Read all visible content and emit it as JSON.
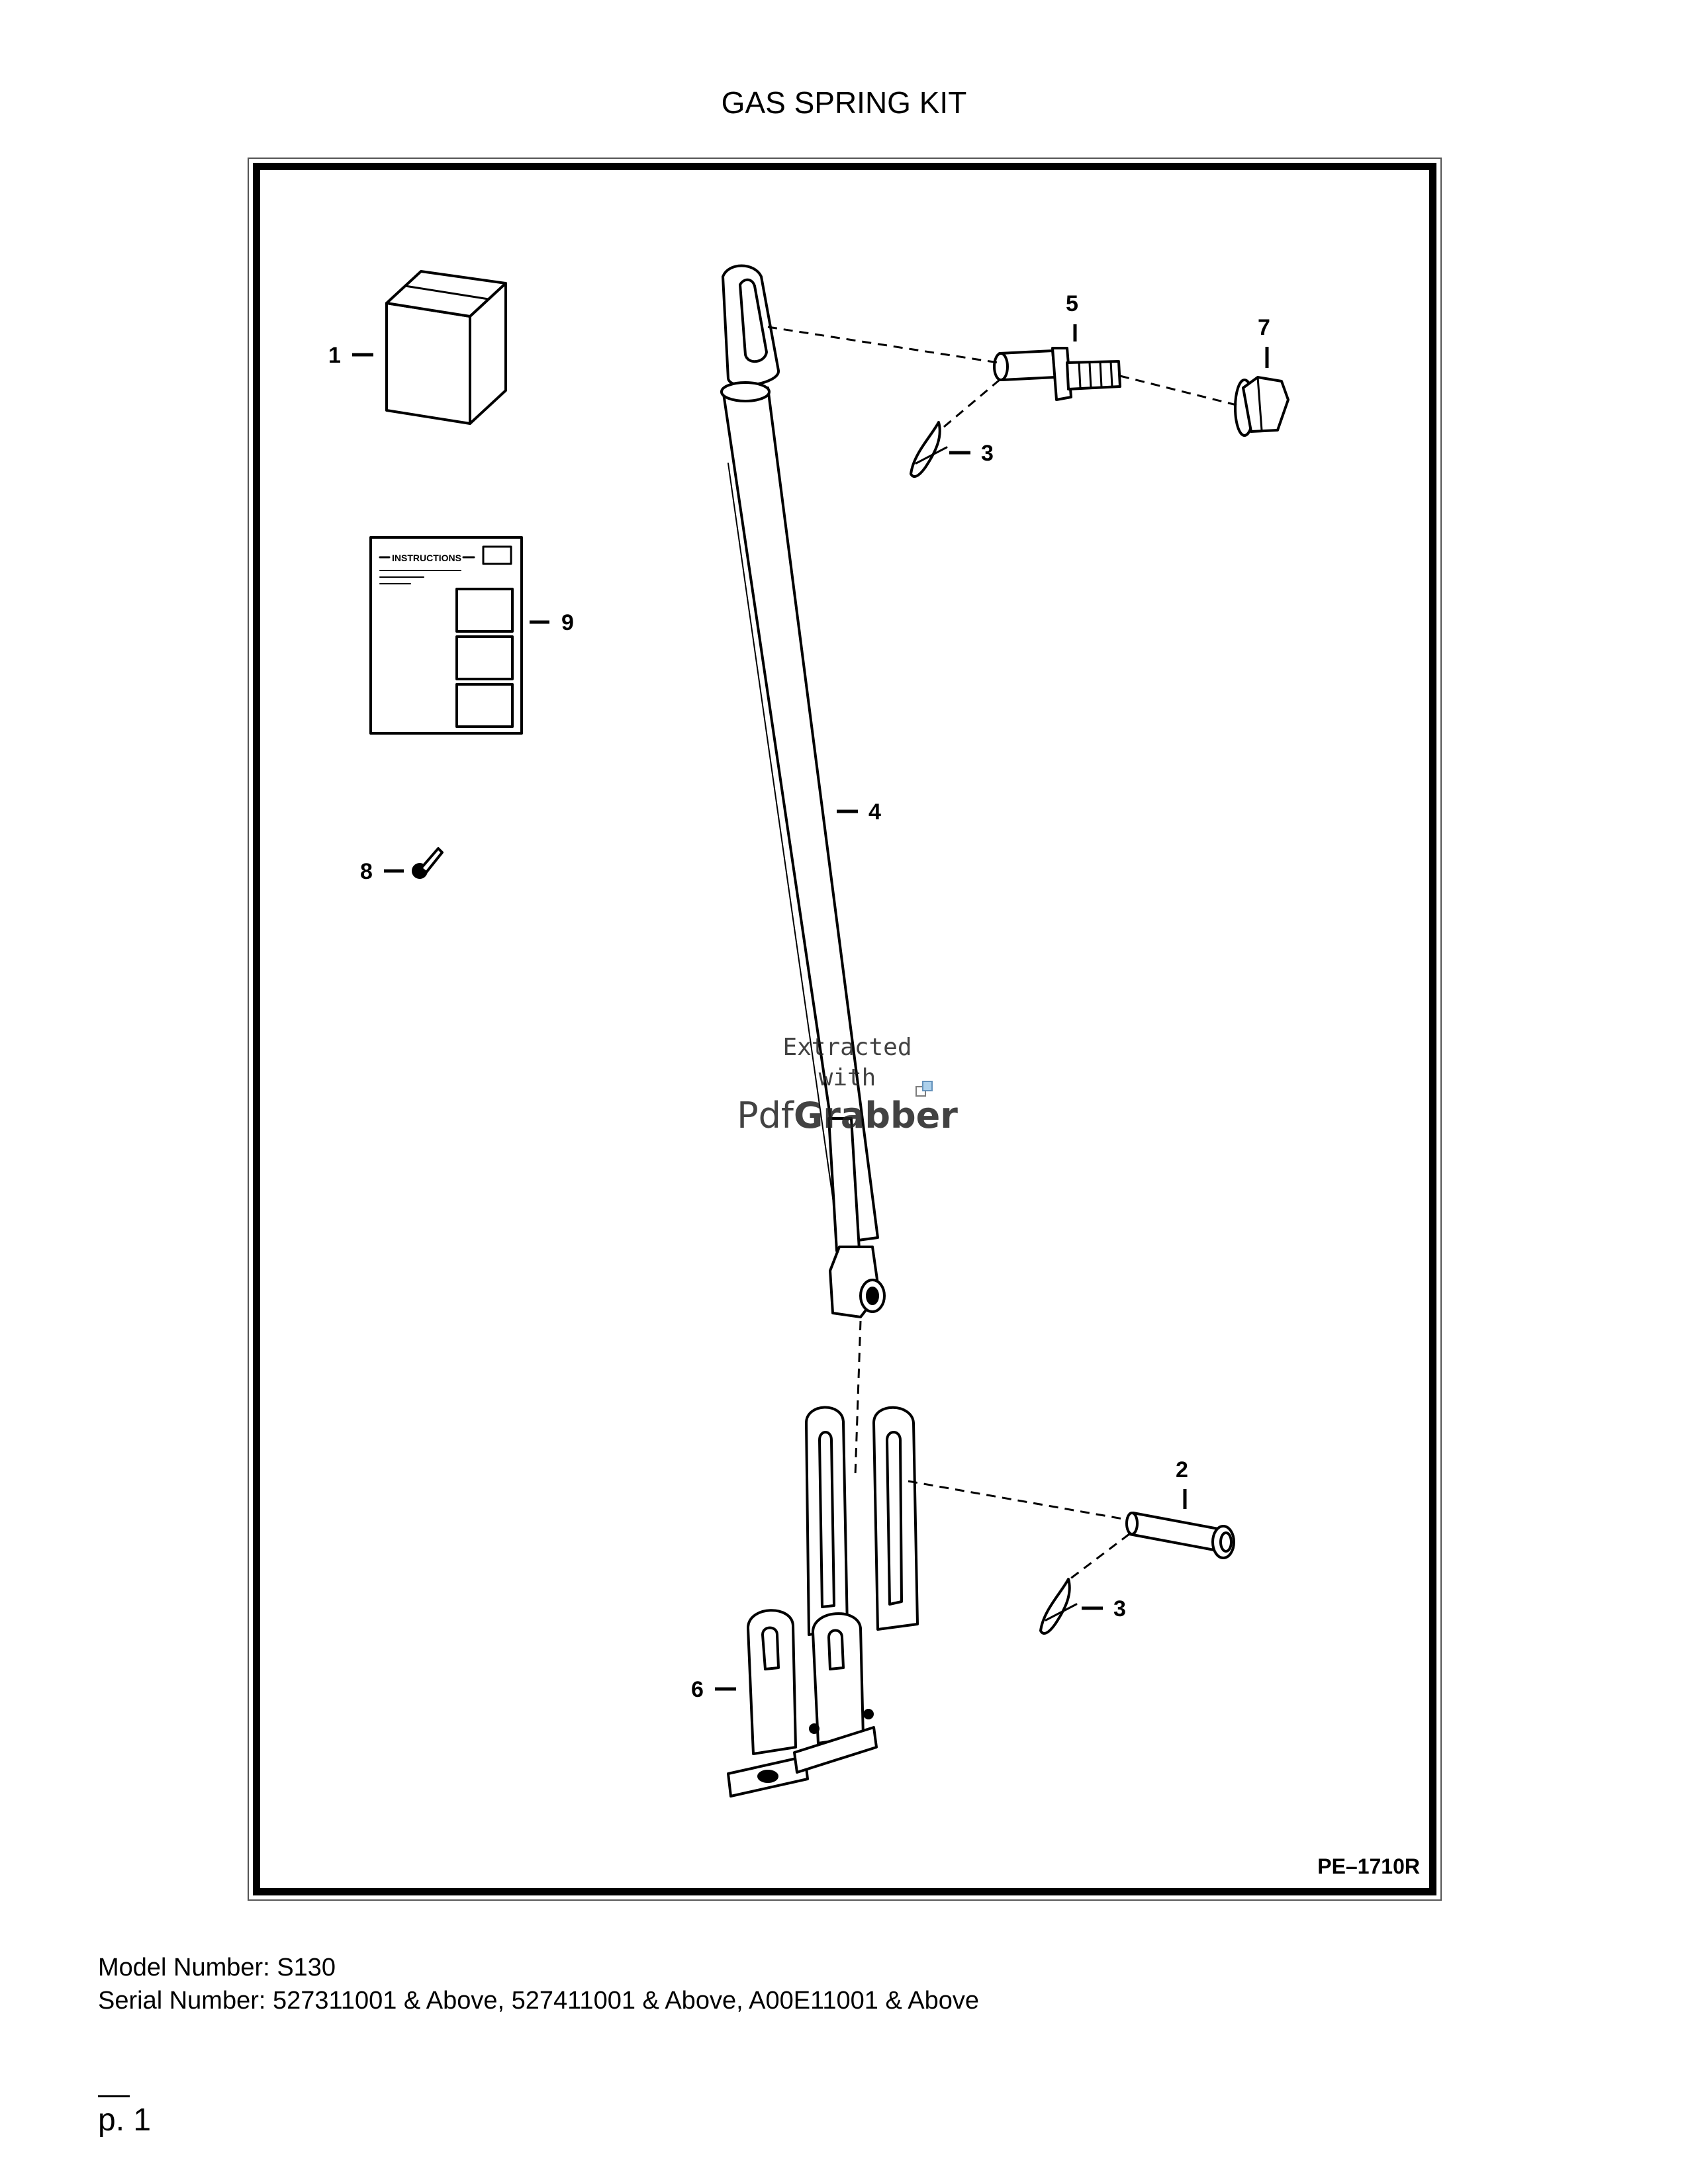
{
  "title": "GAS SPRING KIT",
  "drawing_code": "PE–1710R",
  "instructions_label": "INSTRUCTIONS",
  "callouts": {
    "c1": "1",
    "c2": "2",
    "c3a": "3",
    "c3b": "3",
    "c4": "4",
    "c5": "5",
    "c6": "6",
    "c7": "7",
    "c8": "8",
    "c9": "9"
  },
  "watermark": {
    "line1": "Extracted",
    "line2": "with",
    "brand_light": "Pdf",
    "brand_bold": "Grabber"
  },
  "footer": {
    "model_line": "Model Number: S130",
    "serial_line": "Serial Number: 527311001 & Above, 527411001 & Above, A00E11001 & Above",
    "page": "p. 1"
  }
}
